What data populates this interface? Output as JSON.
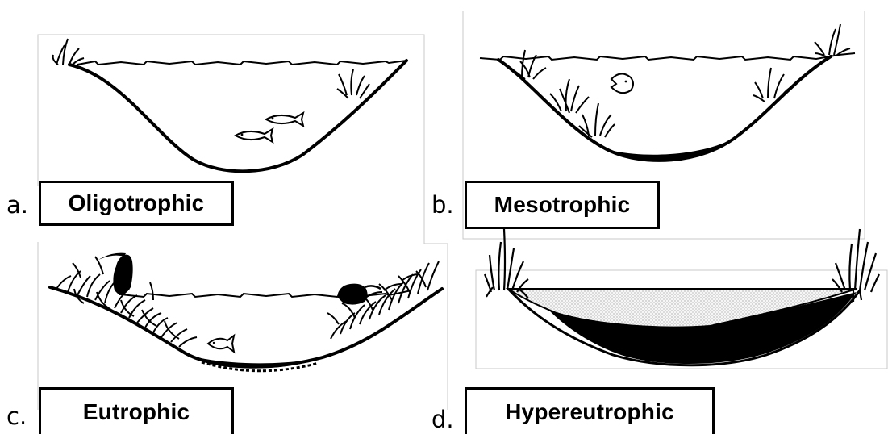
{
  "panels": [
    {
      "letter": "a.",
      "name": "Oligotrophic"
    },
    {
      "letter": "b.",
      "name": "Mesotrophic"
    },
    {
      "letter": "c.",
      "name": "Eutrophic"
    },
    {
      "letter": "d.",
      "name": "Hypereutrophic"
    }
  ],
  "colors": {
    "ink": "#000000",
    "paper": "#ffffff",
    "frame": "#c8c8c8",
    "stipple": "#d9d9d9"
  },
  "icons": [
    "reed-clump-icon",
    "fish-icon",
    "bird-icon"
  ]
}
